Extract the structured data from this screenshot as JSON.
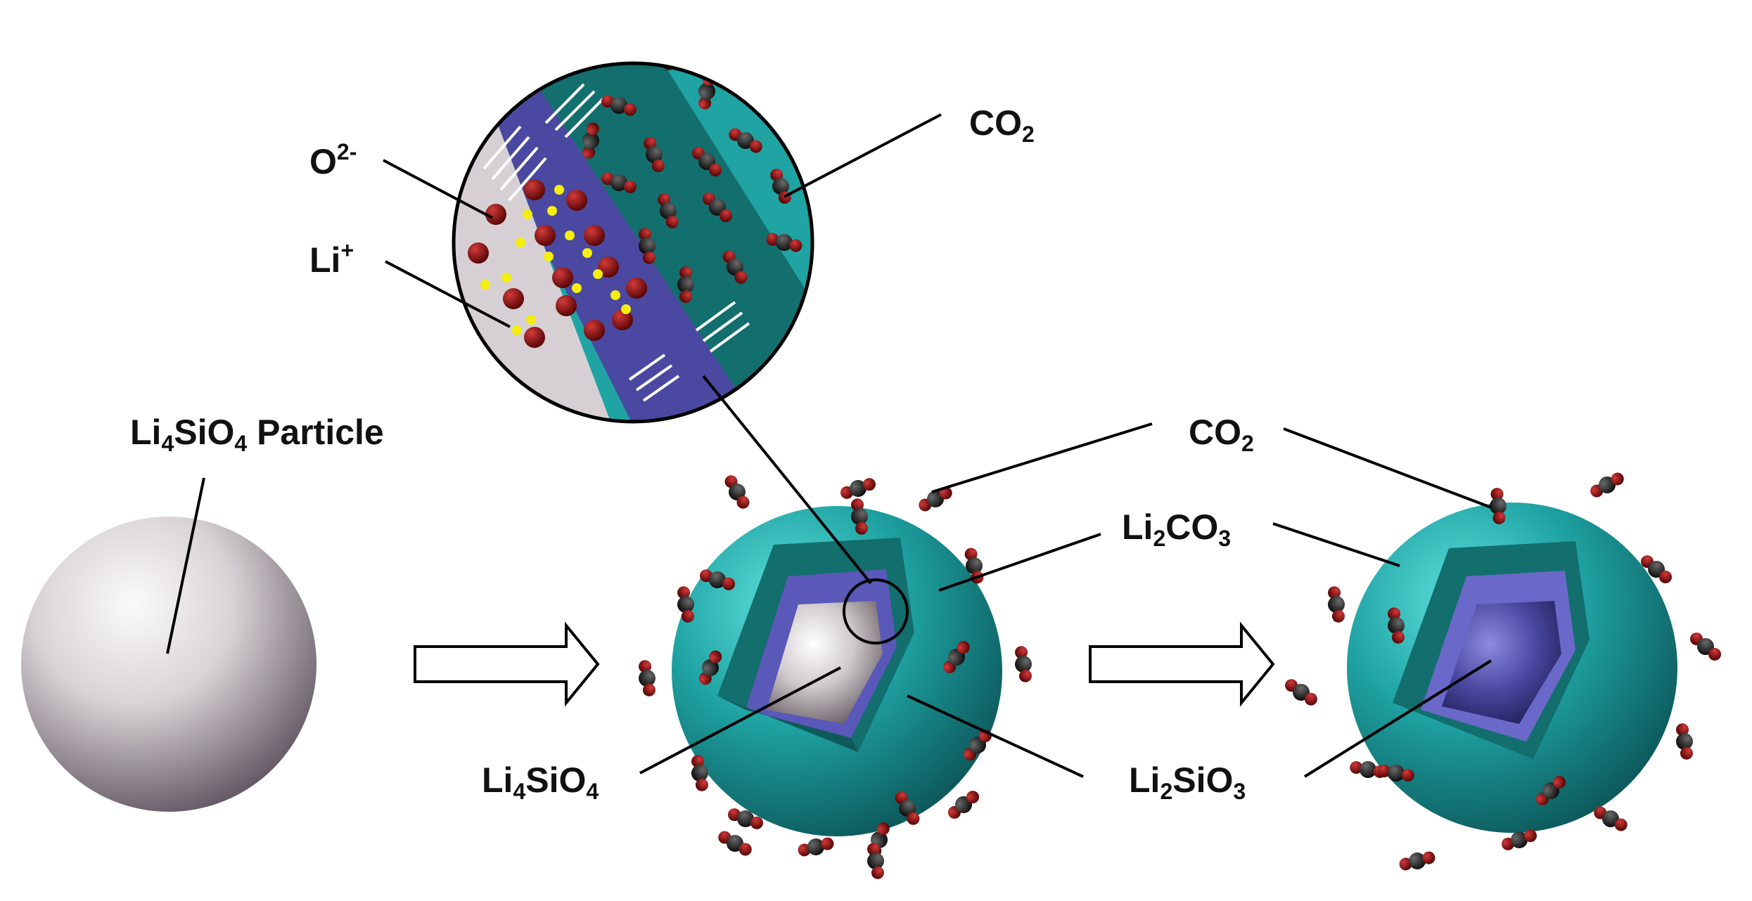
{
  "labels": {
    "particle": {
      "text": "Li",
      "sub": "4",
      "text2": "SiO",
      "sub2": "4",
      "text3": " Particle"
    },
    "co2_top": {
      "text": "CO",
      "sub": "2"
    },
    "o2": {
      "text": "O",
      "sup": "2-"
    },
    "li_plus": {
      "text": "Li",
      "sup": "+"
    },
    "co2_mid": {
      "text": "CO",
      "sub": "2"
    },
    "li2co3": {
      "text": "Li",
      "sub": "2",
      "text2": "CO",
      "sub2": "3"
    },
    "li4sio4": {
      "text": "Li",
      "sub": "4",
      "text2": "SiO",
      "sub2": "4"
    },
    "li2sio3": {
      "text": "Li",
      "sub": "2",
      "text2": "SiO",
      "sub2": "3"
    }
  },
  "colors": {
    "particle": "#d9d3d6",
    "li2co3_shell": "#1fa3a3",
    "li2co3_dark": "#136e6e",
    "li2sio3_layer": "#4a48a0",
    "li2sio3_light": "#6a68c8",
    "oxygen": "#7a0d0d",
    "carbon": "#2a2a2a",
    "lithium_ion": "#f5ee10",
    "arrow_fill": "#ffffff"
  }
}
